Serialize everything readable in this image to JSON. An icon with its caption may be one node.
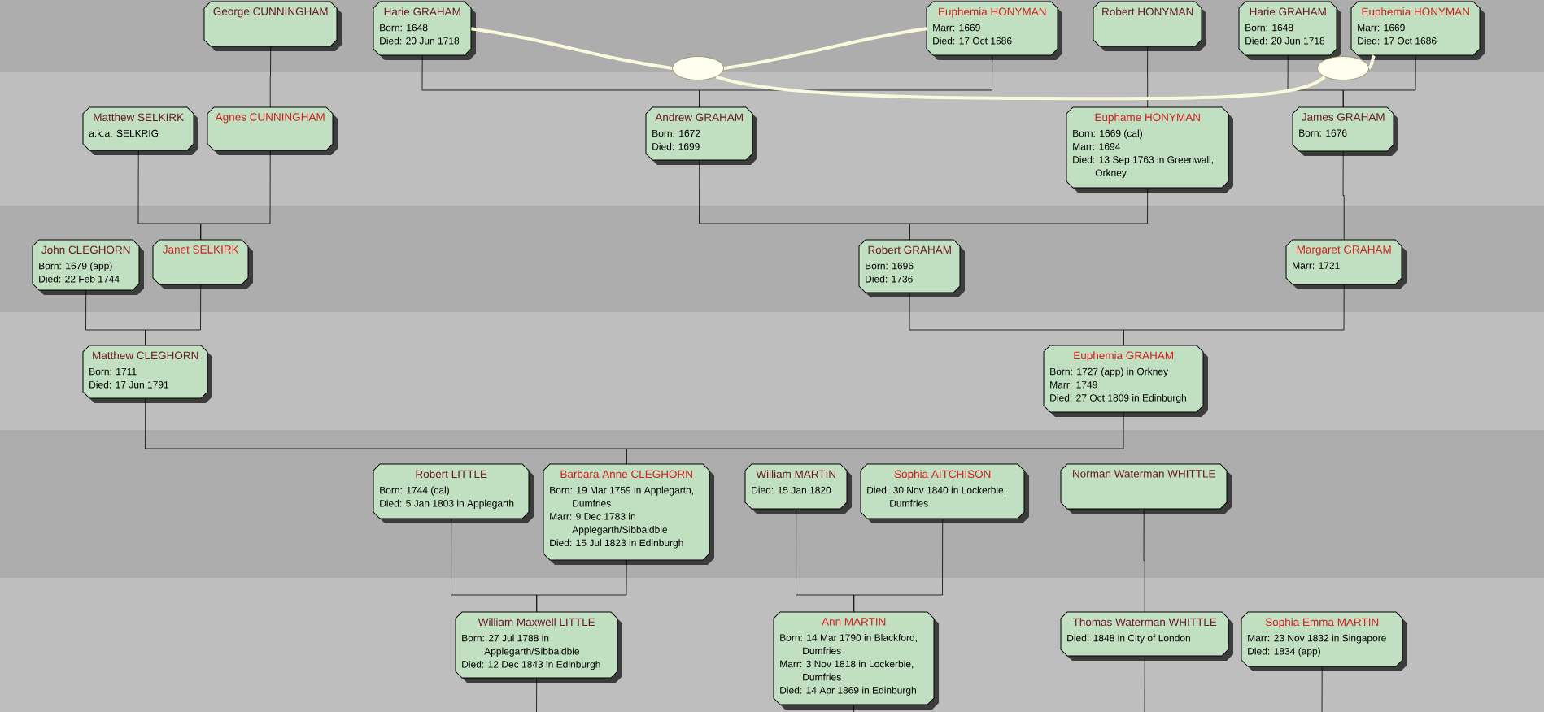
{
  "diagram": {
    "nodes": [
      {
        "text": [
          "George CUNNINGHAM"
        ]
      },
      {
        "text": [
          "Harie GRAHAM",
          "Born: 1648",
          "Died: 20 Jun 1718"
        ]
      },
      {
        "text": [
          "Euphemia HONYMAN",
          "Marr: 1669",
          "Died: 17 Oct 1686"
        ]
      },
      {
        "text": [
          "Robert HONYMAN"
        ]
      },
      {
        "text": [
          "Harie GRAHAM",
          "Born: 1648",
          "Died: 20 Jun 1718"
        ]
      },
      {
        "text": [
          "Euphemia HONYMAN",
          "Marr: 1669",
          "Died: 17 Oct 1686"
        ]
      },
      {
        "text": [
          "Matthew SELKIRK",
          "a.k.a. SELKRIG"
        ]
      },
      {
        "text": [
          "Agnes CUNNINGHAM"
        ]
      },
      {
        "text": [
          "Andrew GRAHAM",
          "Born: 1672",
          "Died: 1699"
        ]
      },
      {
        "text": [
          "Euphame HONYMAN",
          "Born: 1669 (cal)",
          "Marr: 1694",
          "Died: 13 Sep 1763 in Greenwall, Orkney"
        ]
      },
      {
        "text": [
          "James GRAHAM",
          "Born: 1676"
        ]
      },
      {
        "text": [
          "John CLEGHORN",
          "Born: 1679 (app)",
          "Died: 22 Feb 1744"
        ]
      },
      {
        "text": [
          "Janet SELKIRK"
        ]
      },
      {
        "text": [
          "Robert GRAHAM",
          "Born: 1696",
          "Died: 1736"
        ]
      },
      {
        "text": [
          "Margaret GRAHAM",
          "Marr: 1721"
        ]
      },
      {
        "text": [
          "Matthew CLEGHORN",
          "Born: 1711",
          "Died: 17 Jun 1791"
        ]
      },
      {
        "text": [
          "Euphemia GRAHAM",
          "Born: 1727 (app) in Orkney",
          "Marr: 1749",
          "Died: 27 Oct 1809 in Edinburgh"
        ]
      },
      {
        "text": [
          "Robert LITTLE",
          "Born: 1744 (cal)",
          "Died: 5 Jan 1803 in Applegarth"
        ]
      },
      {
        "text": [
          "Barbara Anne CLEGHORN",
          "Born: 19 Mar 1759 in Applegarth, Dumfries",
          "Marr: 9 Dec 1783 in Applegarth/Sibbaldbie",
          "Died: 15 Jul 1823 in Edinburgh"
        ]
      },
      {
        "text": [
          "William MARTIN",
          "Died: 15 Jan 1820"
        ]
      },
      {
        "text": [
          "Sophia AITCHISON",
          "Died: 30 Nov 1840 in Lockerbie, Dumfries"
        ]
      },
      {
        "text": [
          "Norman Waterman WHITTLE"
        ]
      },
      {
        "text": [
          "William Maxwell LITTLE",
          "Born: 27 Jul 1788 in Applegarth/Sibbaldbie",
          "Died: 12 Dec 1843 in Edinburgh"
        ]
      },
      {
        "text": [
          "Ann MARTIN",
          "Born: 14 Mar 1790 in Blackford, Dumfries",
          "Marr: 3 Nov 1818 in Lockerbie, Dumfries",
          "Died: 14 Apr 1869 in Edinburgh"
        ]
      },
      {
        "text": [
          "Thomas Waterman WHITTLE",
          "Died: 1848 in City of London"
        ]
      },
      {
        "text": [
          "Sophia Emma MARTIN",
          "Marr: 23 Nov 1832 in Singapore",
          "Died: 1834 (app)"
        ]
      },
      {
        "text": [],
        "shape": "ellipse"
      },
      {
        "text": [],
        "shape": "ellipse"
      }
    ],
    "edges": [
      {
        "from": 0,
        "to": 7,
        "arrow": "none"
      },
      {
        "from": 6,
        "to": 12,
        "arrow": "none"
      },
      {
        "from": 7,
        "to": 12,
        "arrow": "none"
      },
      {
        "from": 11,
        "to": 15,
        "arrow": "none"
      },
      {
        "from": 12,
        "to": 15,
        "arrow": "none"
      },
      {
        "from": 15,
        "to": 18,
        "arrow": "none"
      },
      {
        "from": 16,
        "to": 18,
        "arrow": "none"
      },
      {
        "from": 1,
        "to": 8,
        "arrow": "none"
      },
      {
        "from": 2,
        "to": 8,
        "arrow": "none"
      },
      {
        "from": 3,
        "to": 9,
        "arrow": "none"
      },
      {
        "from": 4,
        "to": 10,
        "arrow": "none"
      },
      {
        "from": 5,
        "to": 10,
        "arrow": "none"
      },
      {
        "from": 8,
        "to": 13,
        "arrow": "none"
      },
      {
        "from": 9,
        "to": 13,
        "arrow": "none"
      },
      {
        "from": 10,
        "to": 14,
        "arrow": "none"
      },
      {
        "from": 13,
        "to": 16,
        "arrow": "none"
      },
      {
        "from": 14,
        "to": 16,
        "arrow": "none"
      },
      {
        "from": 17,
        "to": 22,
        "arrow": "none"
      },
      {
        "from": 18,
        "to": 22,
        "arrow": "none"
      },
      {
        "from": 19,
        "to": 23,
        "arrow": "none"
      },
      {
        "from": 20,
        "to": 23,
        "arrow": "none"
      },
      {
        "from": 21,
        "to": 24,
        "arrow": "none"
      },
      {
        "from": 22,
        "to": null,
        "arrow": "none"
      },
      {
        "from": 23,
        "to": null,
        "arrow": "none"
      },
      {
        "from": 24,
        "to": null,
        "arrow": "none"
      },
      {
        "from": 25,
        "to": null,
        "arrow": "none"
      },
      {
        "from": 1,
        "to": 26,
        "arrow": "none",
        "style": "thick",
        "color": "#fbf9dc"
      },
      {
        "from": 2,
        "to": 26,
        "arrow": "none",
        "style": "thick",
        "color": "#fbf9dc"
      },
      {
        "from": 26,
        "to": 27,
        "arrow": "none",
        "style": "thick",
        "color": "#fbf9dc"
      },
      {
        "from": 27,
        "to": 5,
        "arrow": "none",
        "style": "thick",
        "color": "#fbf9dc"
      }
    ]
  }
}
